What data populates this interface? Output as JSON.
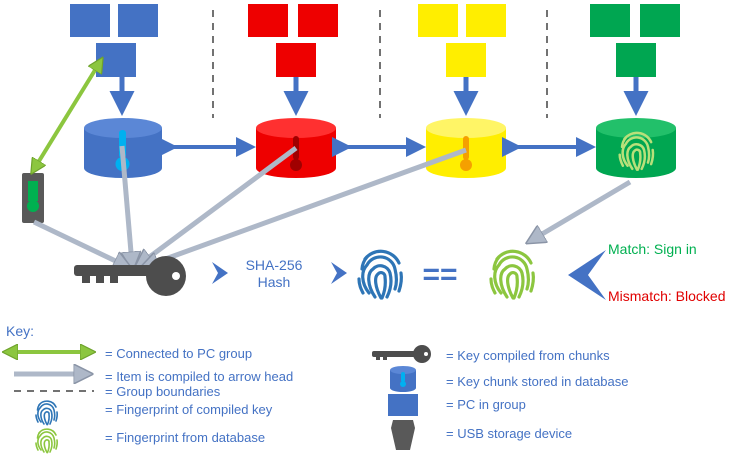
{
  "colors": {
    "blue": "#4472c4",
    "red": "#ee0000",
    "yellow": "#ffee00",
    "green": "#00a651",
    "light_green": "#8cc63f",
    "gray_arrow": "#aeb8c8",
    "text_blue": "#4472c4",
    "match_green": "#00b050",
    "mismatch_red": "#e00000"
  },
  "process": {
    "hash_label_line1": "SHA-256",
    "hash_label_line2": "Hash",
    "equals": "==",
    "match_label": "Match: Sign in",
    "mismatch_label": "Mismatch: Blocked"
  },
  "key": {
    "title": "Key:",
    "items": [
      "= Connected to PC group",
      "= Item is compiled to arrow head",
      "= Group boundaries",
      "= Fingerprint of compiled key",
      "= Fingerprint from database",
      "= Key compiled from chunks",
      "= Key chunk stored in database",
      "= PC in group",
      "= USB storage device"
    ]
  },
  "icons": [
    "pc-icon",
    "database-icon",
    "key-icon",
    "fingerprint-icon",
    "usb-drive-icon"
  ]
}
